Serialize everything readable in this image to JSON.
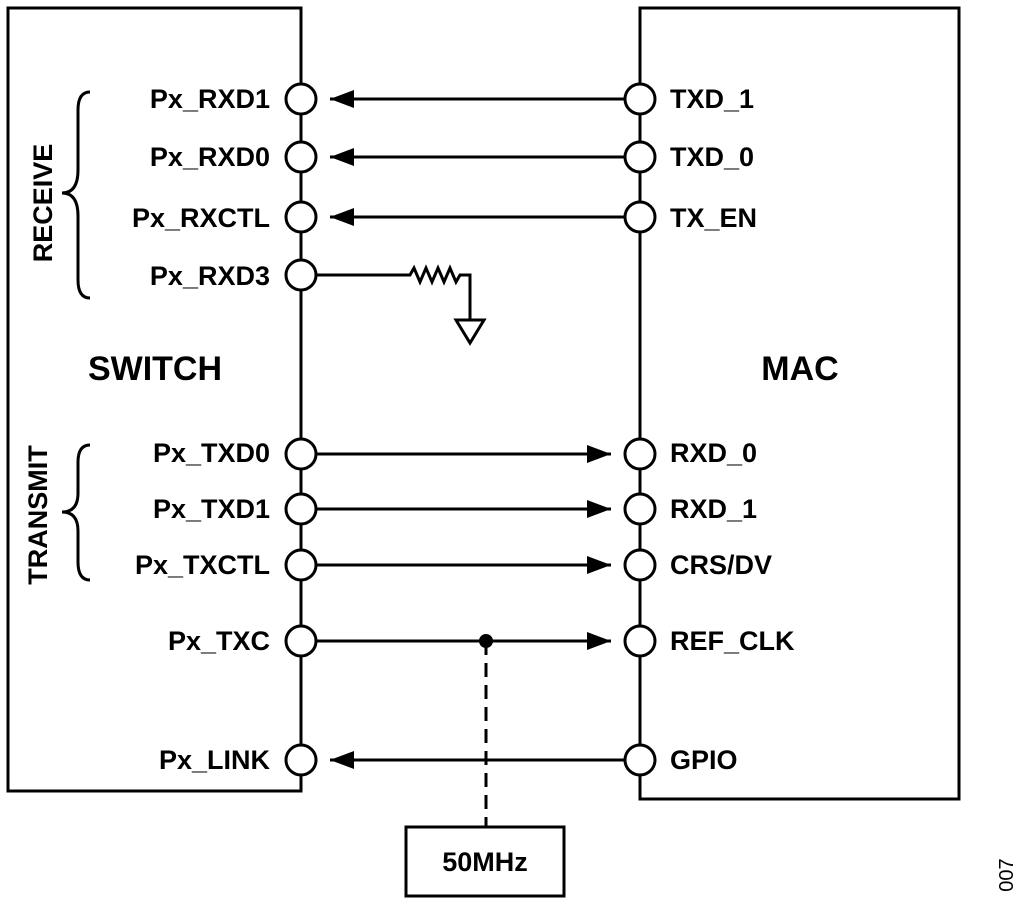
{
  "switch_block": {
    "label": "SWITCH",
    "groups": {
      "receive": "RECEIVE",
      "transmit": "TRANSMIT"
    },
    "pins": [
      "Px_RXD1",
      "Px_RXD0",
      "Px_RXCTL",
      "Px_RXD3",
      "Px_TXD0",
      "Px_TXD1",
      "Px_TXCTL",
      "Px_TXC",
      "Px_LINK"
    ]
  },
  "mac_block": {
    "label": "MAC",
    "pins": [
      "TXD_1",
      "TXD_0",
      "TX_EN",
      "RXD_0",
      "RXD_1",
      "CRS/DV",
      "REF_CLK",
      "GPIO"
    ]
  },
  "clock": {
    "label": "50MHz"
  },
  "figure_id": "007"
}
